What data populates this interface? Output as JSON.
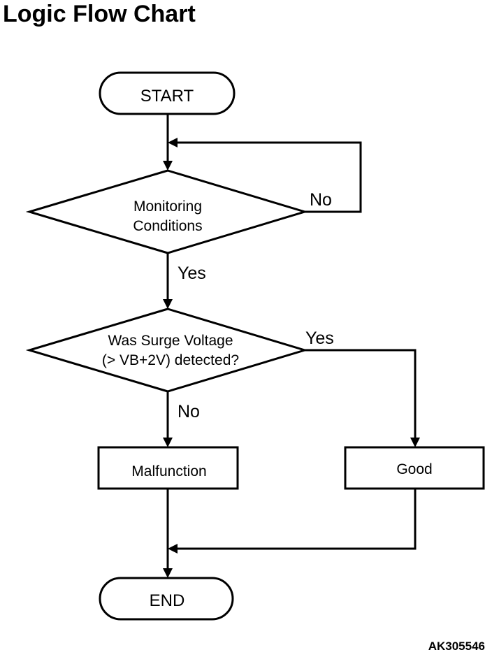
{
  "title": "Logic Flow Chart",
  "nodes": {
    "start": "START",
    "monitoring": {
      "line1": "Monitoring",
      "line2": "Conditions"
    },
    "surge_check": {
      "line1": "Was Surge Voltage",
      "line2": "(> VB+2V) detected?"
    },
    "malfunction": "Malfunction",
    "good": "Good",
    "end": "END"
  },
  "edges": {
    "monitoring_no": "No",
    "monitoring_yes": "Yes",
    "surge_yes": "Yes",
    "surge_no": "No"
  },
  "figure_code": "AK305546"
}
